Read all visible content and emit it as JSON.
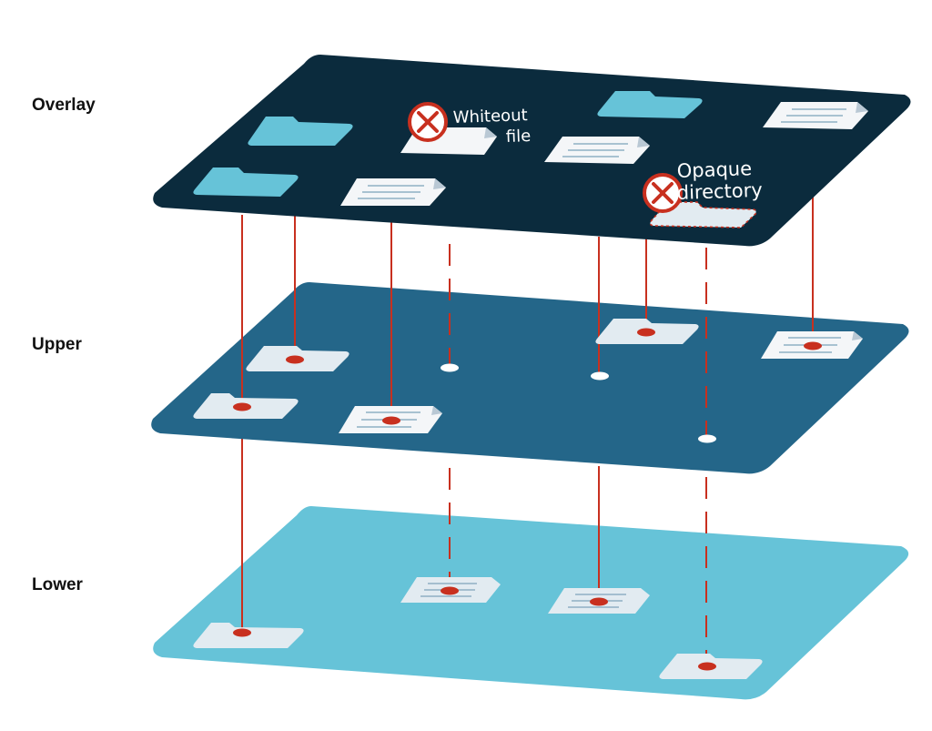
{
  "layers": {
    "overlay": {
      "label": "Overlay"
    },
    "upper": {
      "label": "Upper"
    },
    "lower": {
      "label": "Lower"
    }
  },
  "annotations": {
    "whiteout": {
      "line1": "Whiteout",
      "line2": "file"
    },
    "opaque": {
      "line1": "Opaque",
      "line2": "directory"
    }
  },
  "colors": {
    "overlay": "#0b2b3d",
    "upper": "#246689",
    "lower": "#66c3d8",
    "folder": "#66c3d8",
    "paper": "#f4f6f8",
    "lower_item": "#e2ebf1",
    "connector": "#c8301f",
    "marker": "#c8301f"
  }
}
